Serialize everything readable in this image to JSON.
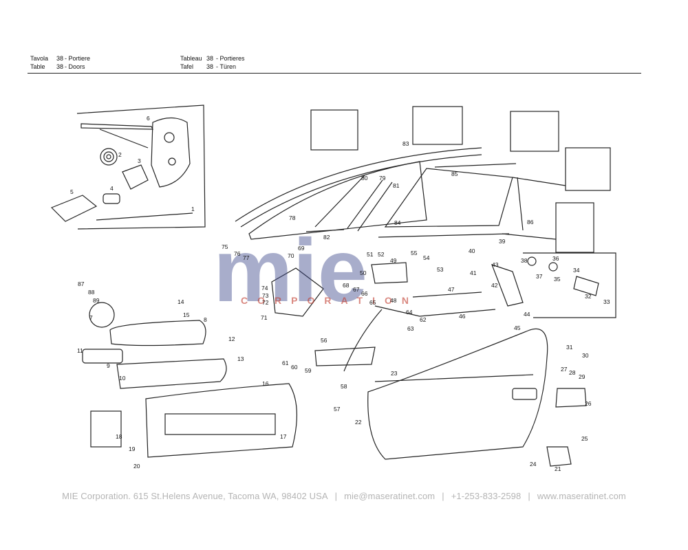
{
  "header": {
    "left": [
      {
        "word": "Tavola",
        "num": "38",
        "title": "Portiere"
      },
      {
        "word": "Table",
        "num": "38",
        "title": "Doors"
      }
    ],
    "right": [
      {
        "word": "Tableau",
        "num": "38",
        "title": "Portieres"
      },
      {
        "word": "Tafel",
        "num": "38",
        "title": "Türen"
      }
    ]
  },
  "watermark": {
    "logo": "mie",
    "subtitle": "CORPORATION"
  },
  "part_labels": [
    "1",
    "2",
    "3",
    "4",
    "5",
    "6",
    "7",
    "8",
    "9",
    "10",
    "11",
    "12",
    "13",
    "14",
    "15",
    "16",
    "17",
    "18",
    "19",
    "20",
    "21",
    "22",
    "23",
    "24",
    "25",
    "26",
    "27",
    "28",
    "29",
    "30",
    "31",
    "32",
    "33",
    "34",
    "35",
    "36",
    "37",
    "38",
    "39",
    "40",
    "41",
    "42",
    "43",
    "44",
    "45",
    "46",
    "47",
    "48",
    "49",
    "50",
    "51",
    "52",
    "53",
    "54",
    "55",
    "56",
    "57",
    "58",
    "59",
    "60",
    "61",
    "62",
    "63",
    "64",
    "65",
    "66",
    "67",
    "68",
    "69",
    "70",
    "71",
    "72",
    "73",
    "74",
    "75",
    "76",
    "77",
    "78",
    "79",
    "80",
    "81",
    "82",
    "83",
    "84",
    "85",
    "86",
    "87",
    "88",
    "89"
  ],
  "footer": {
    "company": "MIE Corporation. 615 St.Helens Avenue, Tacoma WA, 98402 USA",
    "email": "mie@maseratinet.com",
    "phone": "+1-253-833-2598",
    "website": "www.maseratinet.com"
  }
}
